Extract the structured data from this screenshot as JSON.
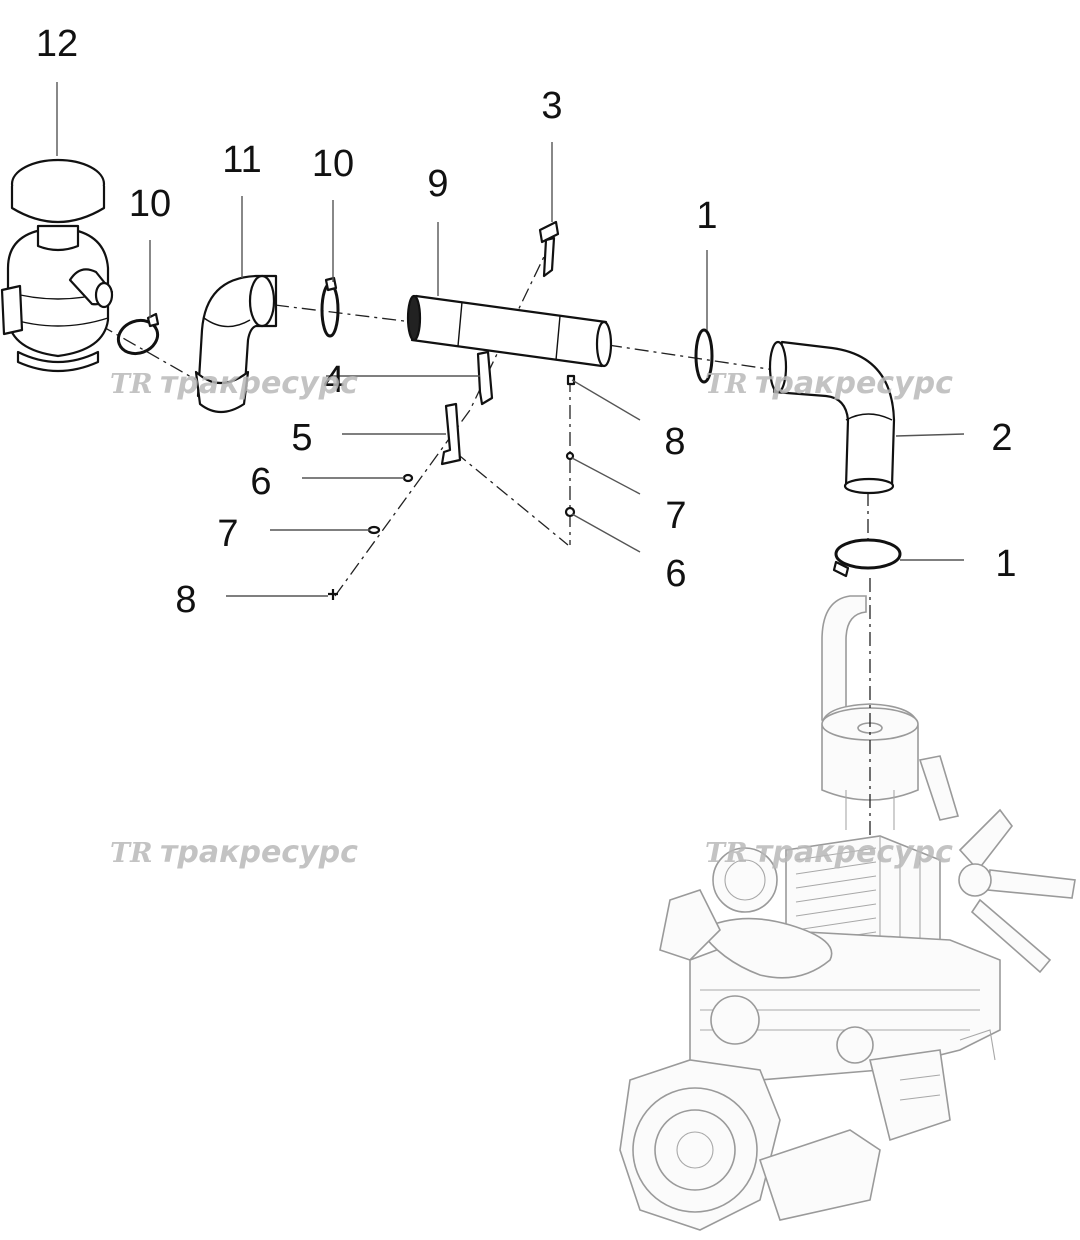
{
  "diagram": {
    "watermark": {
      "logo": "TR",
      "text": "тракресурс"
    },
    "callouts": [
      "12",
      "11",
      "10",
      "10",
      "9",
      "3",
      "1",
      "4",
      "8",
      "2",
      "5",
      "6",
      "7",
      "7",
      "8",
      "6",
      "1"
    ]
  }
}
